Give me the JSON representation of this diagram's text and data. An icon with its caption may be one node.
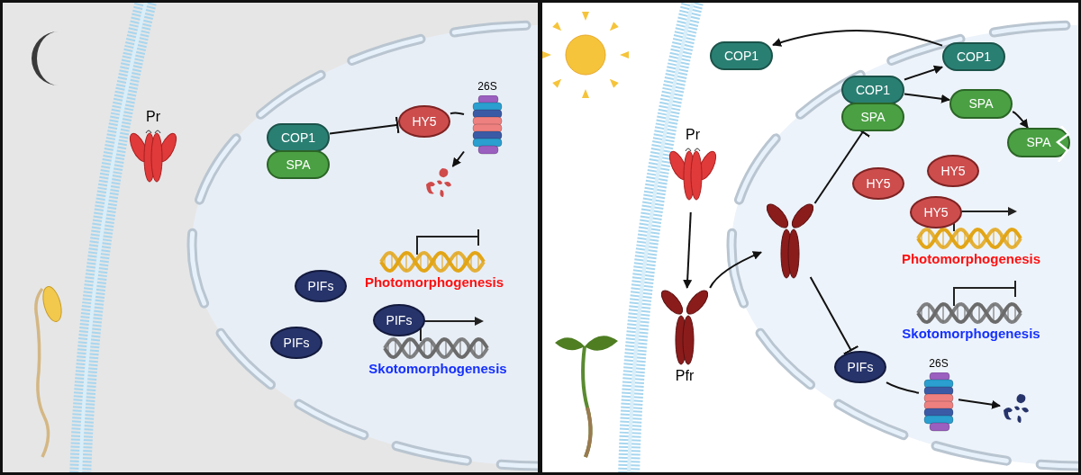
{
  "diagram": {
    "nodes": [
      {
        "text": [
          "Pr"
        ]
      },
      {
        "text": [
          "COP1"
        ]
      },
      {
        "text": [
          "SPA"
        ]
      },
      {
        "text": [
          "HY5"
        ]
      },
      {
        "text": [
          "26S"
        ]
      },
      {
        "text": [],
        "shape": "picture"
      },
      {
        "text": [
          "PIFs"
        ]
      },
      {
        "text": [
          "PIFs"
        ]
      },
      {
        "text": [
          "PIFs"
        ]
      },
      {
        "text": [
          "Photomorphogenesis"
        ]
      },
      {
        "text": [
          "Skotomorphogenesis"
        ]
      },
      {
        "text": [
          "COP1"
        ]
      },
      {
        "text": [
          "COP1"
        ]
      },
      {
        "text": [
          "SPA"
        ]
      },
      {
        "text": [
          "COP1"
        ]
      },
      {
        "text": [
          "SPA"
        ]
      },
      {
        "text": [
          "SPA"
        ]
      },
      {
        "text": [
          "Pr"
        ]
      },
      {
        "text": [
          "Pfr"
        ]
      },
      {
        "text": [],
        "shape": "picture"
      },
      {
        "text": [
          "HY5"
        ]
      },
      {
        "text": [
          "HY5"
        ]
      },
      {
        "text": [
          "HY5"
        ]
      },
      {
        "text": [
          "Photomorphogenesis"
        ]
      },
      {
        "text": [
          "Skotomorphogenesis"
        ]
      },
      {
        "text": [
          "PIFs"
        ]
      },
      {
        "text": [
          "26S"
        ]
      },
      {
        "text": [],
        "shape": "picture"
      }
    ],
    "edges": [
      {
        "from": 1,
        "to": 3,
        "arrow": "other"
      },
      {
        "from": 3,
        "to": 4,
        "arrow": "none"
      },
      {
        "from": 4,
        "to": 5,
        "arrow": "to"
      },
      {
        "from": 12,
        "to": 14,
        "arrow": "to"
      },
      {
        "from": 12,
        "to": 15,
        "arrow": "to"
      },
      {
        "from": 14,
        "to": 11,
        "arrow": "to"
      },
      {
        "from": 15,
        "to": 16,
        "arrow": "to"
      },
      {
        "from": 17,
        "to": 18,
        "arrow": "to"
      },
      {
        "from": 18,
        "to": 19,
        "arrow": "to"
      },
      {
        "from": 19,
        "to": 13,
        "arrow": "other"
      },
      {
        "from": 19,
        "to": 25,
        "arrow": "other"
      },
      {
        "from": 25,
        "to": 26,
        "arrow": "none"
      },
      {
        "from": 26,
        "to": 27,
        "arrow": "to"
      }
    ]
  }
}
